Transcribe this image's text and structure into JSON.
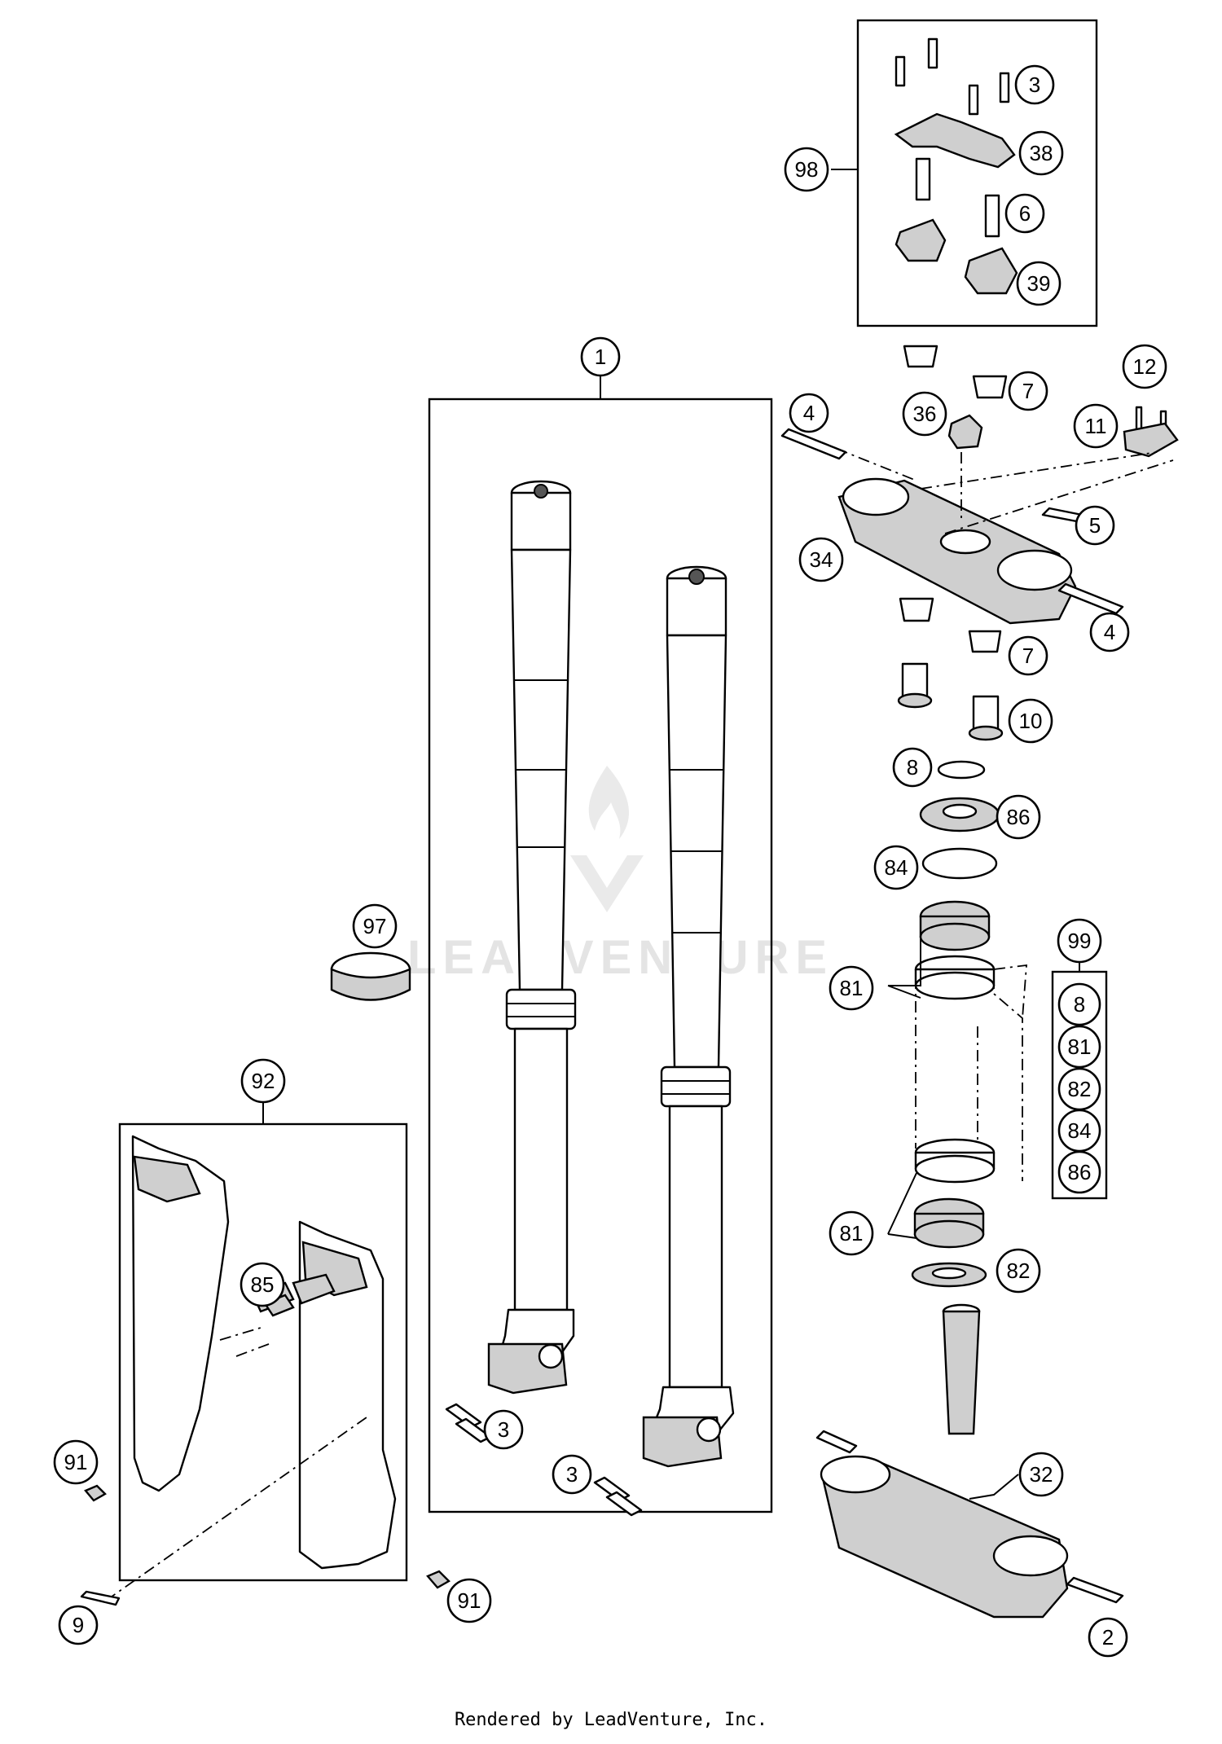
{
  "callouts": {
    "c1": "1",
    "c98": "98",
    "c3_top": "3",
    "c38": "38",
    "c6": "6",
    "c39": "39",
    "c12": "12",
    "c7_top": "7",
    "c36": "36",
    "c11": "11",
    "c4_top": "4",
    "c5": "5",
    "c34": "34",
    "c4_bottom": "4",
    "c7_bottom": "7",
    "c10": "10",
    "c8": "8",
    "c86": "86",
    "c84": "84",
    "c97": "97",
    "c99": "99",
    "c81_top": "81",
    "c81_bottom": "81",
    "c82": "82",
    "c92": "92",
    "c85": "85",
    "c3_left": "3",
    "c3_right": "3",
    "c32": "32",
    "c91_left": "91",
    "c9": "9",
    "c91_bottom": "91",
    "c2": "2"
  },
  "kit_99_items": [
    "8",
    "81",
    "82",
    "84",
    "86"
  ],
  "watermark": "LEADVENTURE",
  "footer": "Rendered by LeadVenture, Inc."
}
